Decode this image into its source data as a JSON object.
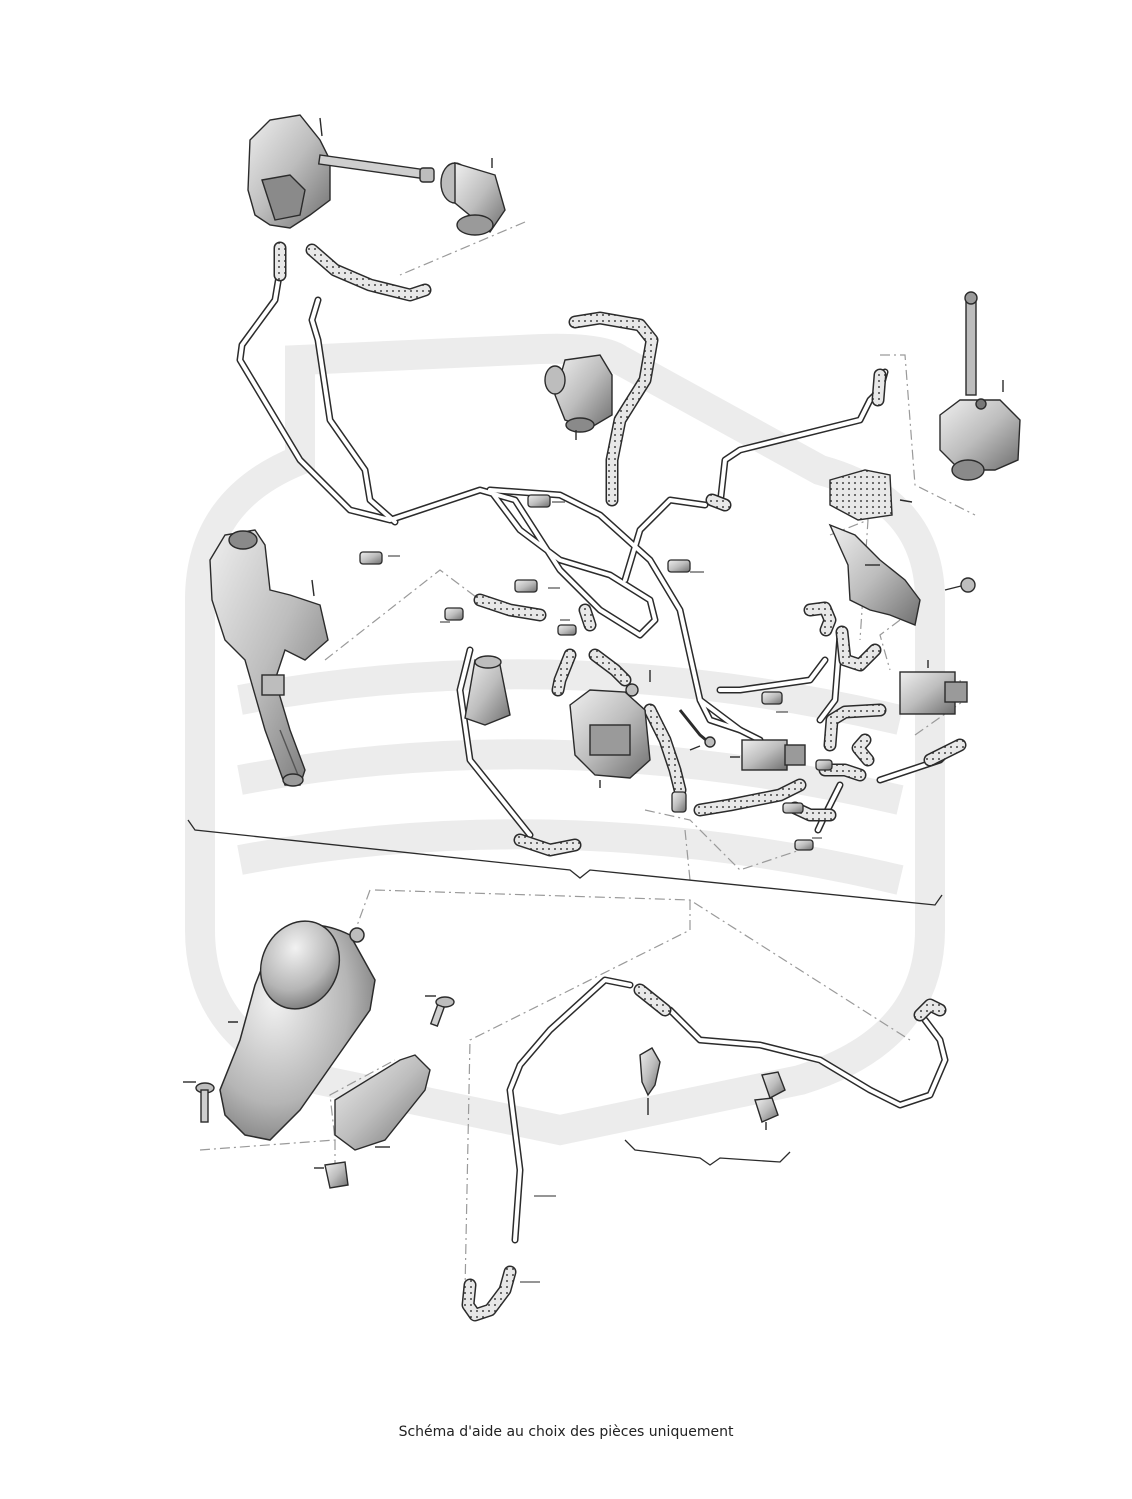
{
  "caption": "Schéma d'aide au choix des pièces uniquement",
  "watermark": {
    "name": "brand-shield-logo",
    "color": "#ececec"
  },
  "colors": {
    "line": "#2b2b2b",
    "hose_fill": "#e6e6e6",
    "part_fill": "#c9c9c9",
    "part_dark": "#8a8a8a",
    "leader": "#9a9a9a"
  },
  "parts": [
    "vacuum-actuator-top-left",
    "vacuum-valve-top",
    "vacuum-valve-middle",
    "actuator-right",
    "intake-pipe-actuator-left",
    "solenoid-valve-center",
    "vacuum-fitting-small",
    "solenoid-valve-right",
    "fuel-filter-canister",
    "bracket-right",
    "vacuum-reservoir-bottom",
    "mounting-bracket-bottom",
    "bolt-left",
    "bolt-right",
    "plastic-nut-bottom",
    "push-clip-bottom",
    "double-clip-bottom"
  ]
}
